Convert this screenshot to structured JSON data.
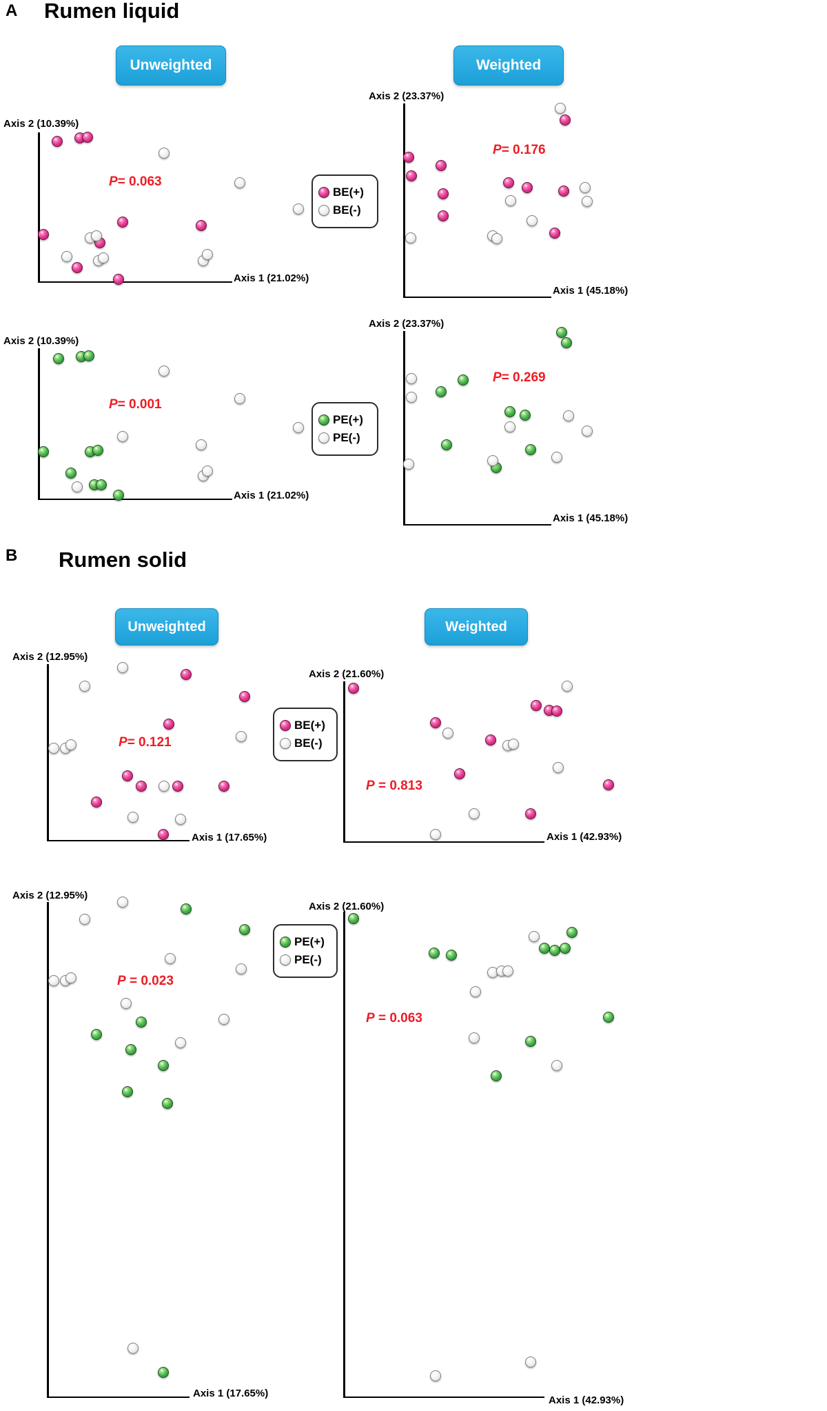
{
  "colors": {
    "pink": "#e0348c",
    "green": "#43b049",
    "white_marker": "#f2f2f2",
    "header_blue": "#29abe2",
    "p_value_red": "#ed1c24",
    "axis_black": "#000000"
  },
  "panels": [
    {
      "label": "A",
      "title": "Rumen liquid",
      "columns": [
        "Unweighted",
        "Weighted"
      ]
    },
    {
      "label": "B",
      "title": "Rumen solid",
      "columns": [
        "Unweighted",
        "Weighted"
      ]
    }
  ],
  "legends": [
    {
      "items": [
        {
          "label": "BE(+)",
          "marker": "pink",
          "color": "#e0348c"
        },
        {
          "label": "BE(-)",
          "marker": "white",
          "color": "#f2f2f2"
        }
      ]
    },
    {
      "items": [
        {
          "label": "PE(+)",
          "marker": "green",
          "color": "#43b049"
        },
        {
          "label": "PE(-)",
          "marker": "white",
          "color": "#f2f2f2"
        }
      ]
    },
    {
      "items": [
        {
          "label": "BE(+)",
          "marker": "pink",
          "color": "#e0348c"
        },
        {
          "label": "BE(-)",
          "marker": "white",
          "color": "#f2f2f2"
        }
      ]
    },
    {
      "items": [
        {
          "label": "PE(+)",
          "marker": "green",
          "color": "#43b049"
        },
        {
          "label": "PE(-)",
          "marker": "white",
          "color": "#f2f2f2"
        }
      ]
    }
  ],
  "chart_data": [
    {
      "id": "rumen-liquid-unweighted-BE",
      "type": "scatter",
      "panel": "A",
      "column": "Unweighted",
      "comparison": "BE",
      "xlabel": "Axis 1 (21.02%)",
      "ylabel": "Axis 2 (10.39%)",
      "p_symbol": "P",
      "p_value": "= 0.063",
      "series": [
        {
          "name": "BE(+)",
          "marker": "pink",
          "color": "#e0348c",
          "points": [
            [
              0.072,
              0.913
            ],
            [
              0.156,
              0.935
            ],
            [
              0.185,
              0.939
            ],
            [
              0.315,
              0.404
            ],
            [
              0.021,
              0.326
            ],
            [
              0.231,
              0.274
            ],
            [
              0.146,
              0.117
            ],
            [
              0.3,
              0.043
            ],
            [
              0.608,
              0.383
            ]
          ]
        },
        {
          "name": "BE(-)",
          "marker": "white",
          "color": "#f2f2f2",
          "points": [
            [
              0.469,
              0.839
            ],
            [
              0.751,
              0.652
            ],
            [
              0.195,
              0.304
            ],
            [
              0.218,
              0.317
            ],
            [
              0.108,
              0.187
            ],
            [
              0.226,
              0.161
            ],
            [
              0.244,
              0.178
            ],
            [
              0.615,
              0.161
            ],
            [
              0.631,
              0.2
            ],
            [
              0.969,
              0.487
            ]
          ]
        }
      ]
    },
    {
      "id": "rumen-liquid-weighted-BE",
      "type": "scatter",
      "panel": "A",
      "column": "Weighted",
      "comparison": "BE",
      "xlabel": "Axis 1 (45.18%)",
      "ylabel": "Axis 2 (23.37%)",
      "p_symbol": "P",
      "p_value": "= 0.176",
      "series": [
        {
          "name": "BE(+)",
          "marker": "pink",
          "color": "#e0348c",
          "points": [
            [
              0.81,
              0.9
            ],
            [
              0.028,
              0.714
            ],
            [
              0.19,
              0.672
            ],
            [
              0.041,
              0.621
            ],
            [
              0.2,
              0.531
            ],
            [
              0.2,
              0.421
            ],
            [
              0.528,
              0.586
            ],
            [
              0.621,
              0.562
            ],
            [
              0.803,
              0.545
            ],
            [
              0.759,
              0.334
            ]
          ]
        },
        {
          "name": "BE(-)",
          "marker": "white",
          "color": "#f2f2f2",
          "points": [
            [
              0.786,
              0.959
            ],
            [
              0.91,
              0.562
            ],
            [
              0.921,
              0.493
            ],
            [
              0.538,
              0.497
            ],
            [
              0.448,
              0.321
            ],
            [
              0.469,
              0.307
            ],
            [
              0.645,
              0.397
            ],
            [
              0.038,
              0.31
            ]
          ]
        }
      ]
    },
    {
      "id": "rumen-liquid-unweighted-PE",
      "type": "scatter",
      "panel": "A",
      "column": "Unweighted",
      "comparison": "PE",
      "xlabel": "Axis 1 (21.02%)",
      "ylabel": "Axis 2 (10.39%)",
      "p_symbol": "P",
      "p_value": "= 0.001",
      "series": [
        {
          "name": "PE(+)",
          "marker": "green",
          "color": "#43b049",
          "points": [
            [
              0.077,
              0.913
            ],
            [
              0.162,
              0.926
            ],
            [
              0.19,
              0.93
            ],
            [
              0.021,
              0.326
            ],
            [
              0.195,
              0.326
            ],
            [
              0.223,
              0.335
            ],
            [
              0.123,
              0.191
            ],
            [
              0.21,
              0.117
            ],
            [
              0.236,
              0.117
            ],
            [
              0.3,
              0.052
            ]
          ]
        },
        {
          "name": "PE(-)",
          "marker": "white",
          "color": "#f2f2f2",
          "points": [
            [
              0.469,
              0.835
            ],
            [
              0.751,
              0.661
            ],
            [
              0.969,
              0.478
            ],
            [
              0.315,
              0.422
            ],
            [
              0.608,
              0.37
            ],
            [
              0.615,
              0.174
            ],
            [
              0.631,
              0.204
            ],
            [
              0.146,
              0.104
            ]
          ]
        }
      ]
    },
    {
      "id": "rumen-liquid-weighted-PE",
      "type": "scatter",
      "panel": "A",
      "column": "Weighted",
      "comparison": "PE",
      "xlabel": "Axis 1 (45.18%)",
      "ylabel": "Axis 2 (23.37%)",
      "p_symbol": "P",
      "p_value": "= 0.269",
      "series": [
        {
          "name": "PE(+)",
          "marker": "green",
          "color": "#43b049",
          "points": [
            [
              0.793,
              0.976
            ],
            [
              0.817,
              0.924
            ],
            [
              0.19,
              0.679
            ],
            [
              0.3,
              0.738
            ],
            [
              0.534,
              0.579
            ],
            [
              0.61,
              0.562
            ],
            [
              0.217,
              0.414
            ],
            [
              0.638,
              0.39
            ],
            [
              0.466,
              0.3
            ]
          ]
        },
        {
          "name": "PE(-)",
          "marker": "white",
          "color": "#f2f2f2",
          "points": [
            [
              0.041,
              0.745
            ],
            [
              0.041,
              0.652
            ],
            [
              0.534,
              0.503
            ],
            [
              0.828,
              0.559
            ],
            [
              0.921,
              0.483
            ],
            [
              0.769,
              0.352
            ],
            [
              0.448,
              0.334
            ],
            [
              0.028,
              0.317
            ]
          ]
        }
      ]
    },
    {
      "id": "rumen-solid-unweighted-BE",
      "type": "scatter",
      "panel": "B",
      "column": "Unweighted",
      "comparison": "BE",
      "xlabel": "Axis 1 (17.65%)",
      "ylabel": "Axis 2 (12.95%)",
      "p_symbol": "P",
      "p_value": "= 0.121",
      "series": [
        {
          "name": "BE(+)",
          "marker": "pink",
          "color": "#e0348c",
          "points": [
            [
              0.631,
              0.925
            ],
            [
              0.897,
              0.805
            ],
            [
              0.553,
              0.655
            ],
            [
              0.366,
              0.375
            ],
            [
              0.428,
              0.318
            ],
            [
              0.594,
              0.318
            ],
            [
              0.803,
              0.318
            ],
            [
              0.225,
              0.232
            ],
            [
              0.528,
              0.056
            ]
          ]
        },
        {
          "name": "BE(-)",
          "marker": "white",
          "color": "#f2f2f2",
          "points": [
            [
              0.344,
              0.963
            ],
            [
              0.172,
              0.861
            ],
            [
              0.031,
              0.524
            ],
            [
              0.084,
              0.524
            ],
            [
              0.109,
              0.543
            ],
            [
              0.881,
              0.588
            ],
            [
              0.531,
              0.318
            ],
            [
              0.391,
              0.15
            ],
            [
              0.606,
              0.139
            ]
          ]
        }
      ]
    },
    {
      "id": "rumen-solid-weighted-BE",
      "type": "scatter",
      "panel": "B",
      "column": "Weighted",
      "comparison": "BE",
      "xlabel": "Axis 1 (42.93%)",
      "ylabel": "Axis 2 (21.60%)",
      "p_symbol": "P",
      "p_value": " = 0.813",
      "series": [
        {
          "name": "BE(+)",
          "marker": "pink",
          "color": "#e0348c",
          "points": [
            [
              0.038,
              0.938
            ],
            [
              0.335,
              0.731
            ],
            [
              0.535,
              0.628
            ],
            [
              0.7,
              0.835
            ],
            [
              0.748,
              0.806
            ],
            [
              0.775,
              0.802
            ],
            [
              0.423,
              0.426
            ],
            [
              0.68,
              0.186
            ],
            [
              0.963,
              0.36
            ]
          ]
        },
        {
          "name": "BE(-)",
          "marker": "white",
          "color": "#f2f2f2",
          "points": [
            [
              0.813,
              0.95
            ],
            [
              0.38,
              0.669
            ],
            [
              0.598,
              0.595
            ],
            [
              0.618,
              0.603
            ],
            [
              0.78,
              0.463
            ],
            [
              0.475,
              0.186
            ],
            [
              0.335,
              0.062
            ]
          ]
        }
      ]
    },
    {
      "id": "rumen-solid-unweighted-PE",
      "type": "scatter",
      "panel": "B",
      "column": "Unweighted",
      "comparison": "PE",
      "xlabel": "Axis 1 (17.65%)",
      "ylabel": "Axis 2 (12.95%)",
      "p_symbol": "P",
      "p_value": " = 0.023",
      "series": [
        {
          "name": "PE(+)",
          "marker": "green",
          "color": "#43b049",
          "points": [
            [
              0.631,
              0.975
            ],
            [
              0.897,
              0.934
            ],
            [
              0.428,
              0.751
            ],
            [
              0.225,
              0.726
            ],
            [
              0.381,
              0.696
            ],
            [
              0.528,
              0.664
            ],
            [
              0.366,
              0.612
            ],
            [
              0.547,
              0.589
            ],
            [
              0.528,
              0.055
            ]
          ]
        },
        {
          "name": "PE(-)",
          "marker": "white",
          "color": "#f2f2f2",
          "points": [
            [
              0.344,
              0.989
            ],
            [
              0.172,
              0.955
            ],
            [
              0.559,
              0.877
            ],
            [
              0.881,
              0.856
            ],
            [
              0.031,
              0.833
            ],
            [
              0.084,
              0.833
            ],
            [
              0.109,
              0.838
            ],
            [
              0.359,
              0.788
            ],
            [
              0.803,
              0.756
            ],
            [
              0.606,
              0.71
            ],
            [
              0.391,
              0.103
            ]
          ]
        }
      ]
    },
    {
      "id": "rumen-solid-weighted-PE",
      "type": "scatter",
      "panel": "B",
      "column": "Weighted",
      "comparison": "PE",
      "xlabel": "Axis 1 (42.93%)",
      "ylabel": "Axis 2 (21.60%)",
      "p_symbol": "P",
      "p_value": " = 0.063",
      "series": [
        {
          "name": "PE(+)",
          "marker": "green",
          "color": "#43b049",
          "points": [
            [
              0.038,
              0.98
            ],
            [
              0.83,
              0.952
            ],
            [
              0.73,
              0.92
            ],
            [
              0.768,
              0.916
            ],
            [
              0.805,
              0.92
            ],
            [
              0.33,
              0.91
            ],
            [
              0.393,
              0.906
            ],
            [
              0.963,
              0.78
            ],
            [
              0.68,
              0.73
            ],
            [
              0.555,
              0.66
            ]
          ]
        },
        {
          "name": "PE(-)",
          "marker": "white",
          "color": "#f2f2f2",
          "points": [
            [
              0.693,
              0.944
            ],
            [
              0.543,
              0.871
            ],
            [
              0.575,
              0.874
            ],
            [
              0.598,
              0.874
            ],
            [
              0.48,
              0.831
            ],
            [
              0.475,
              0.737
            ],
            [
              0.775,
              0.681
            ],
            [
              0.335,
              0.049
            ],
            [
              0.68,
              0.077
            ]
          ]
        }
      ]
    }
  ]
}
